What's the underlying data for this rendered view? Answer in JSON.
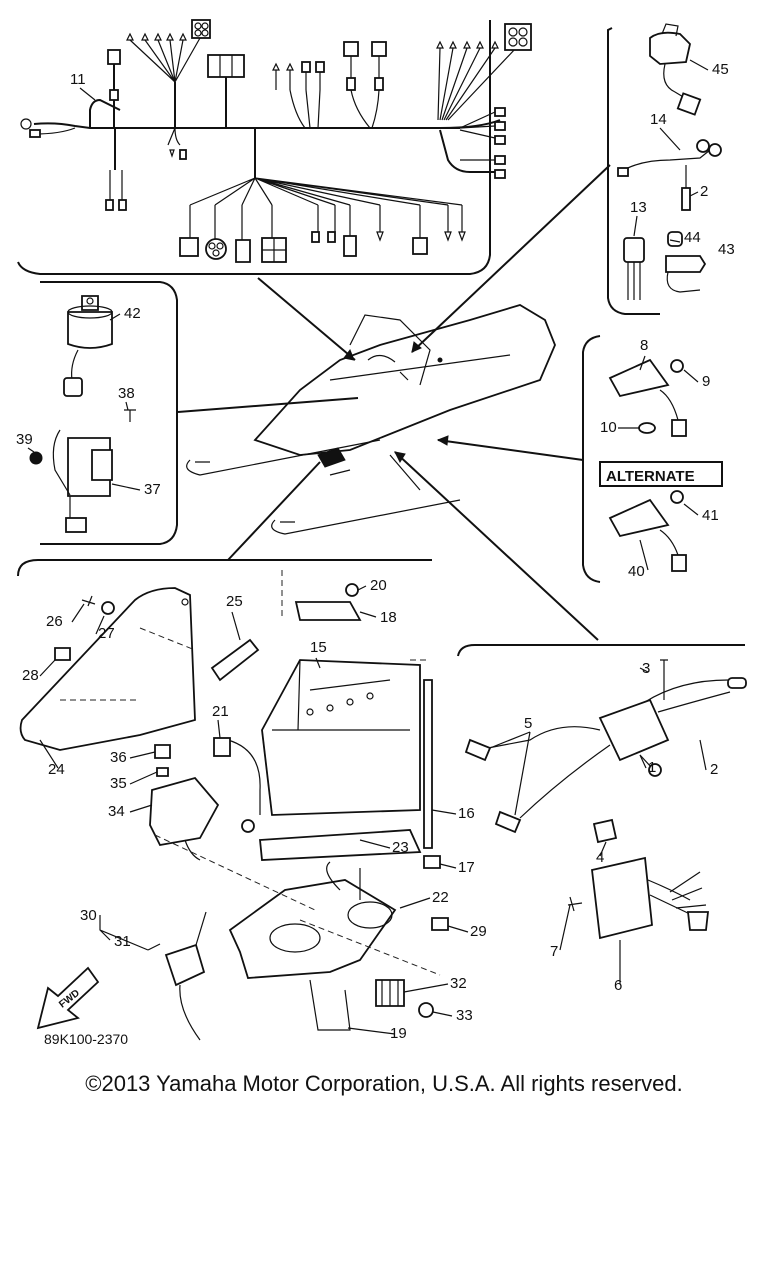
{
  "diagram": {
    "part_labels": [
      {
        "id": "p11",
        "text": "11"
      },
      {
        "id": "p45",
        "text": "45"
      },
      {
        "id": "p14",
        "text": "14"
      },
      {
        "id": "p2a",
        "text": "2"
      },
      {
        "id": "p13",
        "text": "13"
      },
      {
        "id": "p44",
        "text": "44"
      },
      {
        "id": "p43",
        "text": "43"
      },
      {
        "id": "p42",
        "text": "42"
      },
      {
        "id": "p38",
        "text": "38"
      },
      {
        "id": "p39",
        "text": "39"
      },
      {
        "id": "p37",
        "text": "37"
      },
      {
        "id": "p8",
        "text": "8"
      },
      {
        "id": "p9",
        "text": "9"
      },
      {
        "id": "p10",
        "text": "10"
      },
      {
        "id": "p41",
        "text": "41"
      },
      {
        "id": "p40",
        "text": "40"
      },
      {
        "id": "p20",
        "text": "20"
      },
      {
        "id": "p18",
        "text": "18"
      },
      {
        "id": "p25",
        "text": "25"
      },
      {
        "id": "p26",
        "text": "26"
      },
      {
        "id": "p27",
        "text": "27"
      },
      {
        "id": "p28",
        "text": "28"
      },
      {
        "id": "p15",
        "text": "15"
      },
      {
        "id": "p21",
        "text": "21"
      },
      {
        "id": "p36",
        "text": "36"
      },
      {
        "id": "p35",
        "text": "35"
      },
      {
        "id": "p34",
        "text": "34"
      },
      {
        "id": "p24",
        "text": "24"
      },
      {
        "id": "p16",
        "text": "16"
      },
      {
        "id": "p23",
        "text": "23"
      },
      {
        "id": "p17",
        "text": "17"
      },
      {
        "id": "p22",
        "text": "22"
      },
      {
        "id": "p29",
        "text": "29"
      },
      {
        "id": "p30",
        "text": "30"
      },
      {
        "id": "p31",
        "text": "31"
      },
      {
        "id": "p32",
        "text": "32"
      },
      {
        "id": "p33",
        "text": "33"
      },
      {
        "id": "p19",
        "text": "19"
      },
      {
        "id": "p3",
        "text": "3"
      },
      {
        "id": "p5",
        "text": "5"
      },
      {
        "id": "p2b",
        "text": "2"
      },
      {
        "id": "p1",
        "text": "1"
      },
      {
        "id": "p4",
        "text": "4"
      },
      {
        "id": "p7",
        "text": "7"
      },
      {
        "id": "p6",
        "text": "6"
      }
    ],
    "alternate_label": "ALTERNATE",
    "fwd_label": "FWD",
    "figure_code": "89K100-2370"
  },
  "footer": {
    "copyright": "©2013 Yamaha Motor Corporation, U.S.A. All rights reserved."
  },
  "colors": {
    "ink": "#111111",
    "background": "#ffffff"
  }
}
